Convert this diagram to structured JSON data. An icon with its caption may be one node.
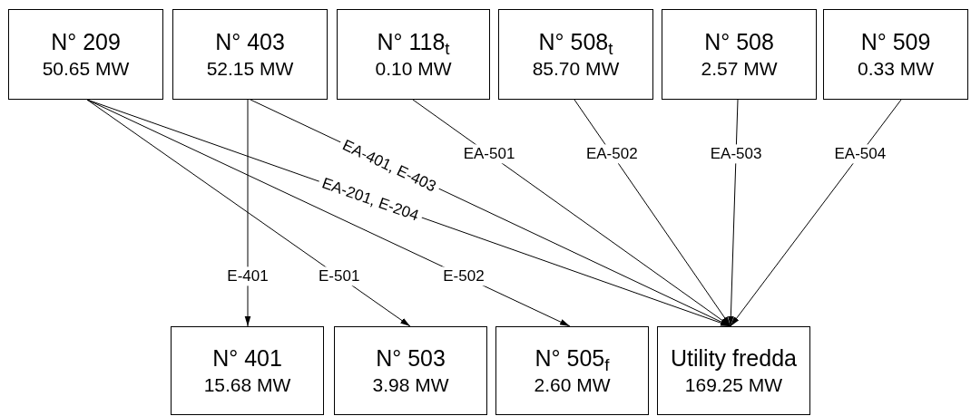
{
  "diagram": {
    "nodes": [
      {
        "text": [
          "N° 209",
          "50.65 MW"
        ]
      },
      {
        "text": [
          "N° 403",
          "52.15 MW"
        ]
      },
      {
        "text": [
          "N° 118$_{t}$",
          "0.10 MW"
        ]
      },
      {
        "text": [
          "N° 508$_{t}$",
          "85.70 MW"
        ]
      },
      {
        "text": [
          "N° 508",
          "2.57 MW"
        ]
      },
      {
        "text": [
          "N° 509",
          "0.33 MW"
        ]
      },
      {
        "text": [
          "N° 401",
          "15.68 MW"
        ]
      },
      {
        "text": [
          "N° 503",
          "3.98 MW"
        ]
      },
      {
        "text": [
          "N° 505$_{f}$",
          "2.60 MW"
        ]
      },
      {
        "text": [
          "Utility fredda",
          "169.25 MW"
        ]
      }
    ],
    "edges": [
      {
        "from": 0,
        "to": 9,
        "arrow": "to",
        "label": "EA-201, E-204"
      },
      {
        "from": 0,
        "to": 7,
        "arrow": "to",
        "label": "E-501"
      },
      {
        "from": 0,
        "to": 8,
        "arrow": "to",
        "label": "E-502"
      },
      {
        "from": 1,
        "to": 6,
        "arrow": "to",
        "label": "E-401"
      },
      {
        "from": 1,
        "to": 9,
        "arrow": "to",
        "label": "EA-401, E-403"
      },
      {
        "from": 2,
        "to": 9,
        "arrow": "to",
        "label": "EA-501"
      },
      {
        "from": 3,
        "to": 9,
        "arrow": "to",
        "label": "EA-502"
      },
      {
        "from": 4,
        "to": 9,
        "arrow": "to",
        "label": "EA-503"
      },
      {
        "from": 5,
        "to": 9,
        "arrow": "to",
        "label": "EA-504"
      }
    ]
  }
}
